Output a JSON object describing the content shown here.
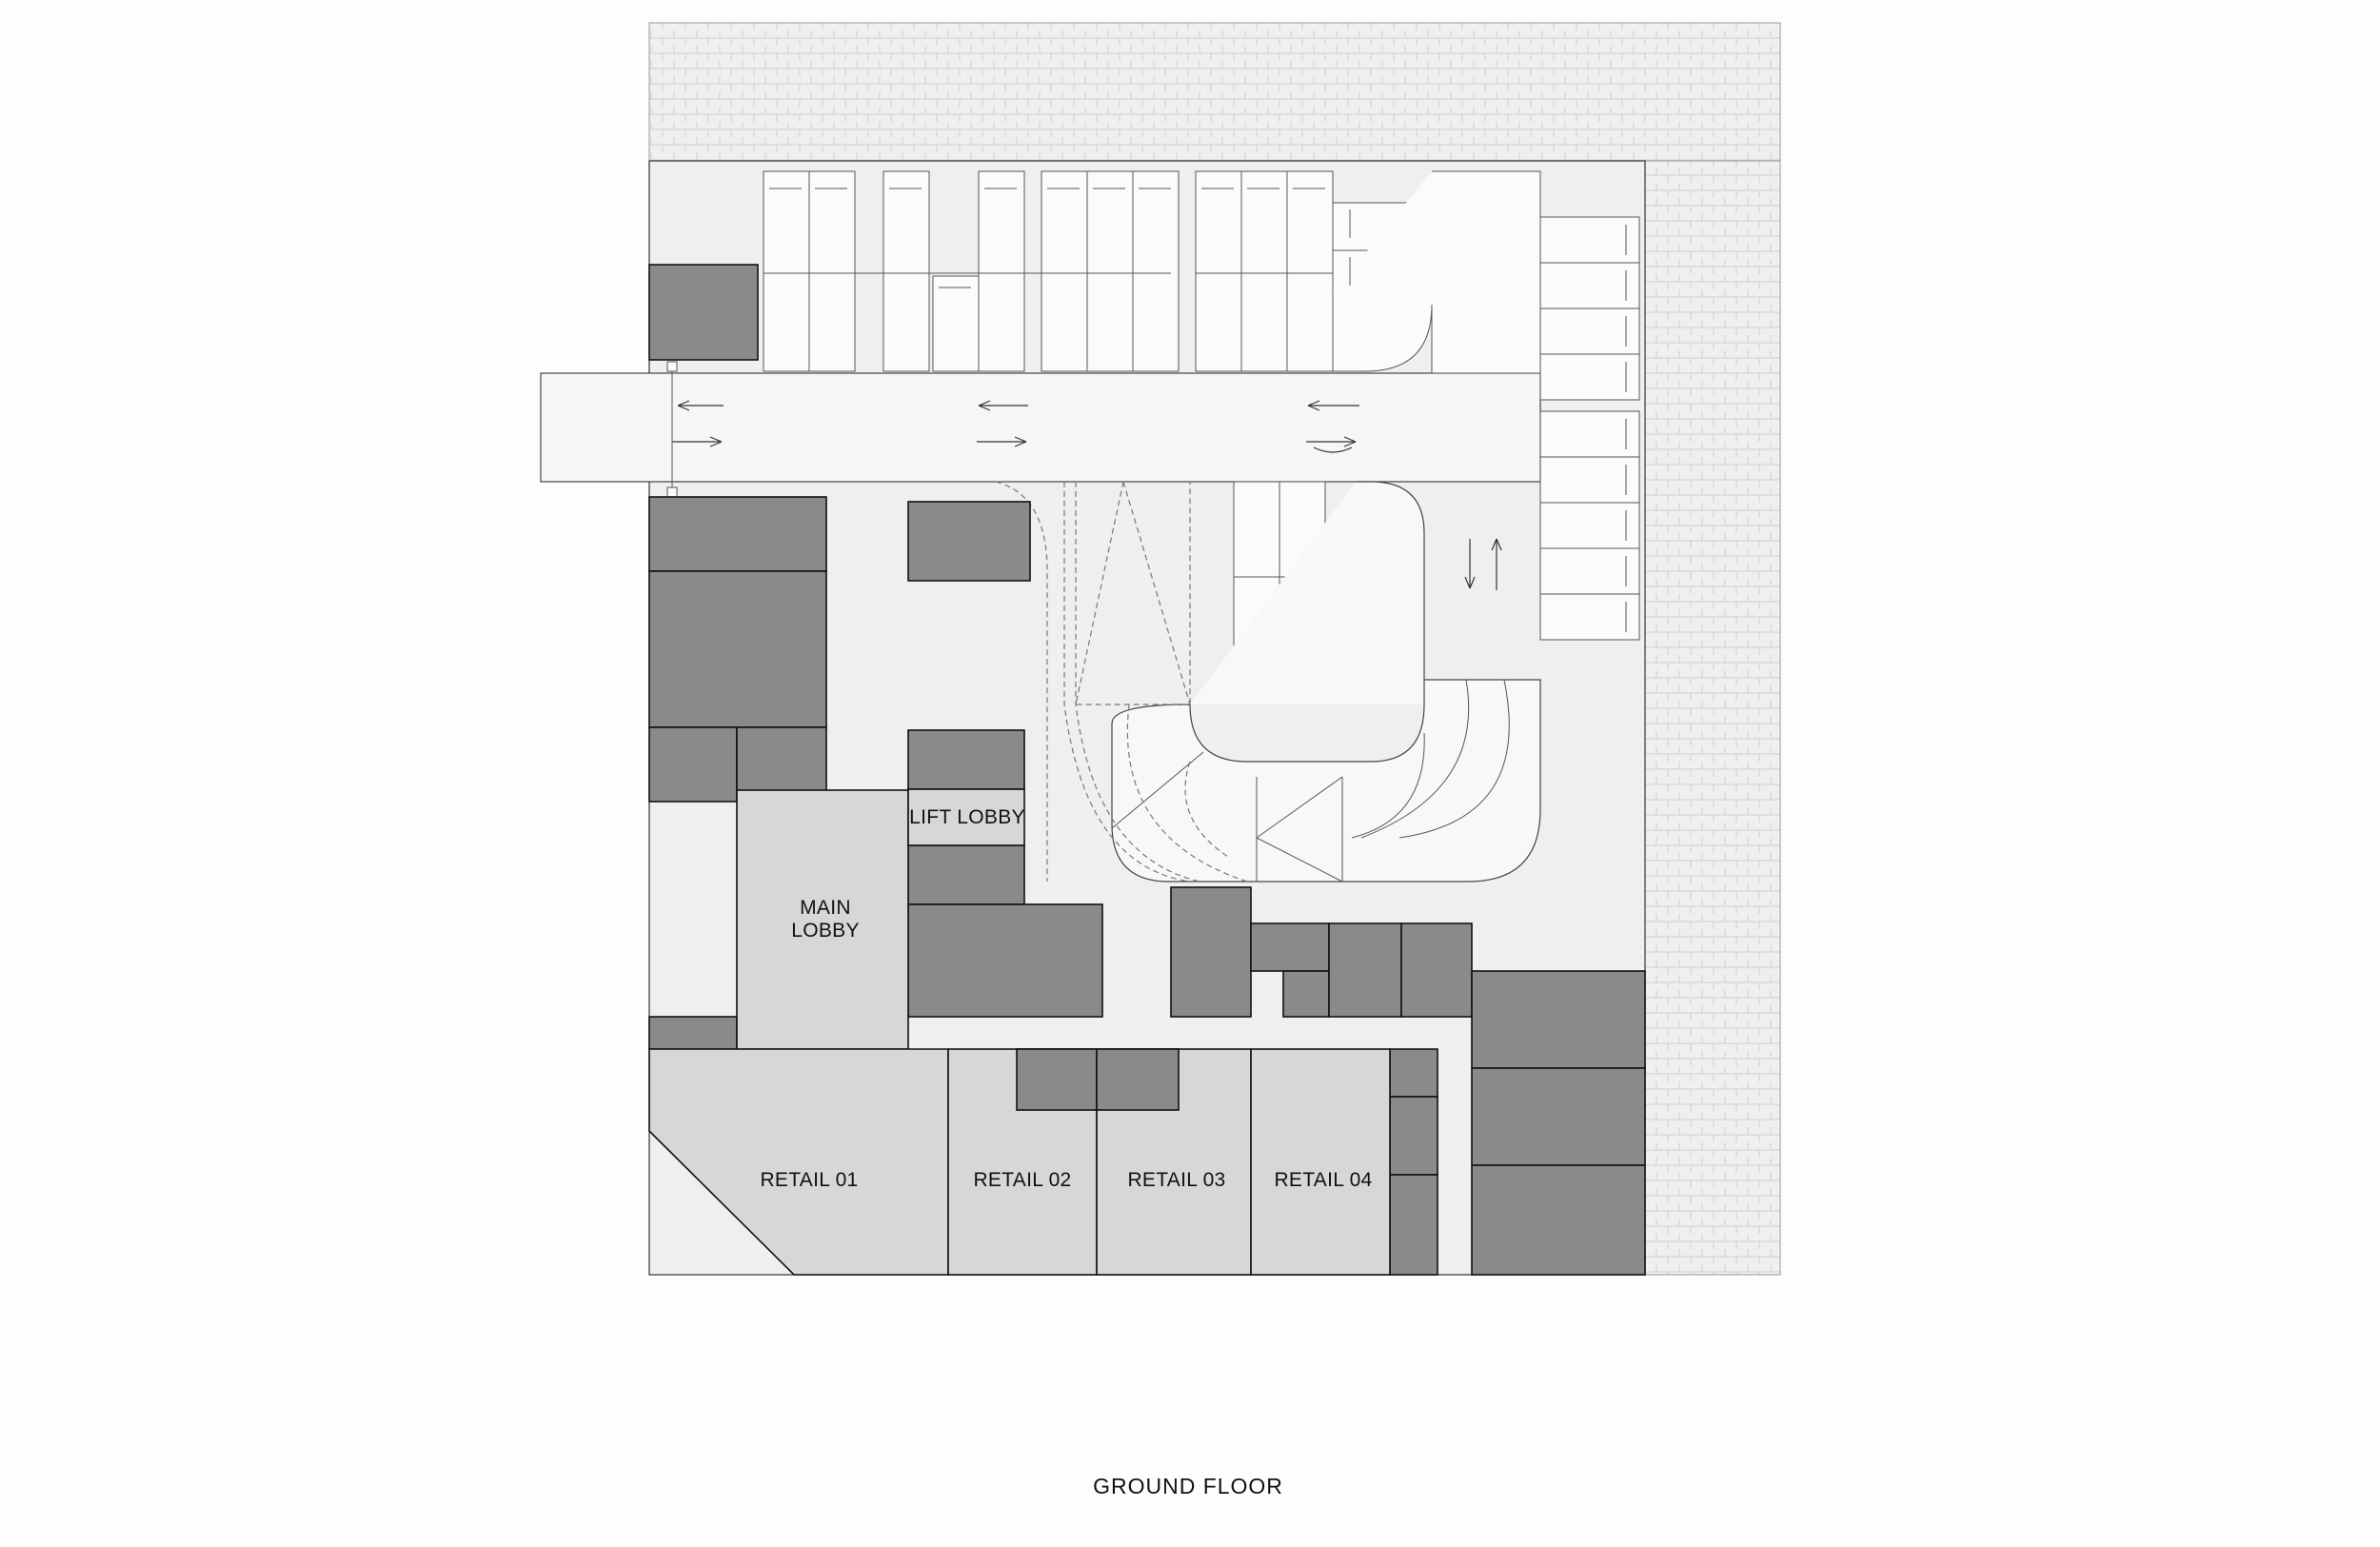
{
  "drawing_title": "GROUND FLOOR",
  "spaces": {
    "main_lobby_line1": "MAIN",
    "main_lobby_line2": "LOBBY",
    "lift_lobby": "LIFT LOBBY",
    "retail_01": "RETAIL 01",
    "retail_02": "RETAIL 02",
    "retail_03": "RETAIL 03",
    "retail_04": "RETAIL 04"
  },
  "colors": {
    "core_fill": "#8a8a8a",
    "room_fill": "#d7d7d7",
    "circulation_fill": "#efefef",
    "paving_fill": "#ececec",
    "background": "#fdfdfd"
  },
  "icons": [
    "traffic-arrow-left-icon",
    "traffic-arrow-right-icon",
    "traffic-arrow-up-icon",
    "traffic-arrow-down-icon"
  ]
}
